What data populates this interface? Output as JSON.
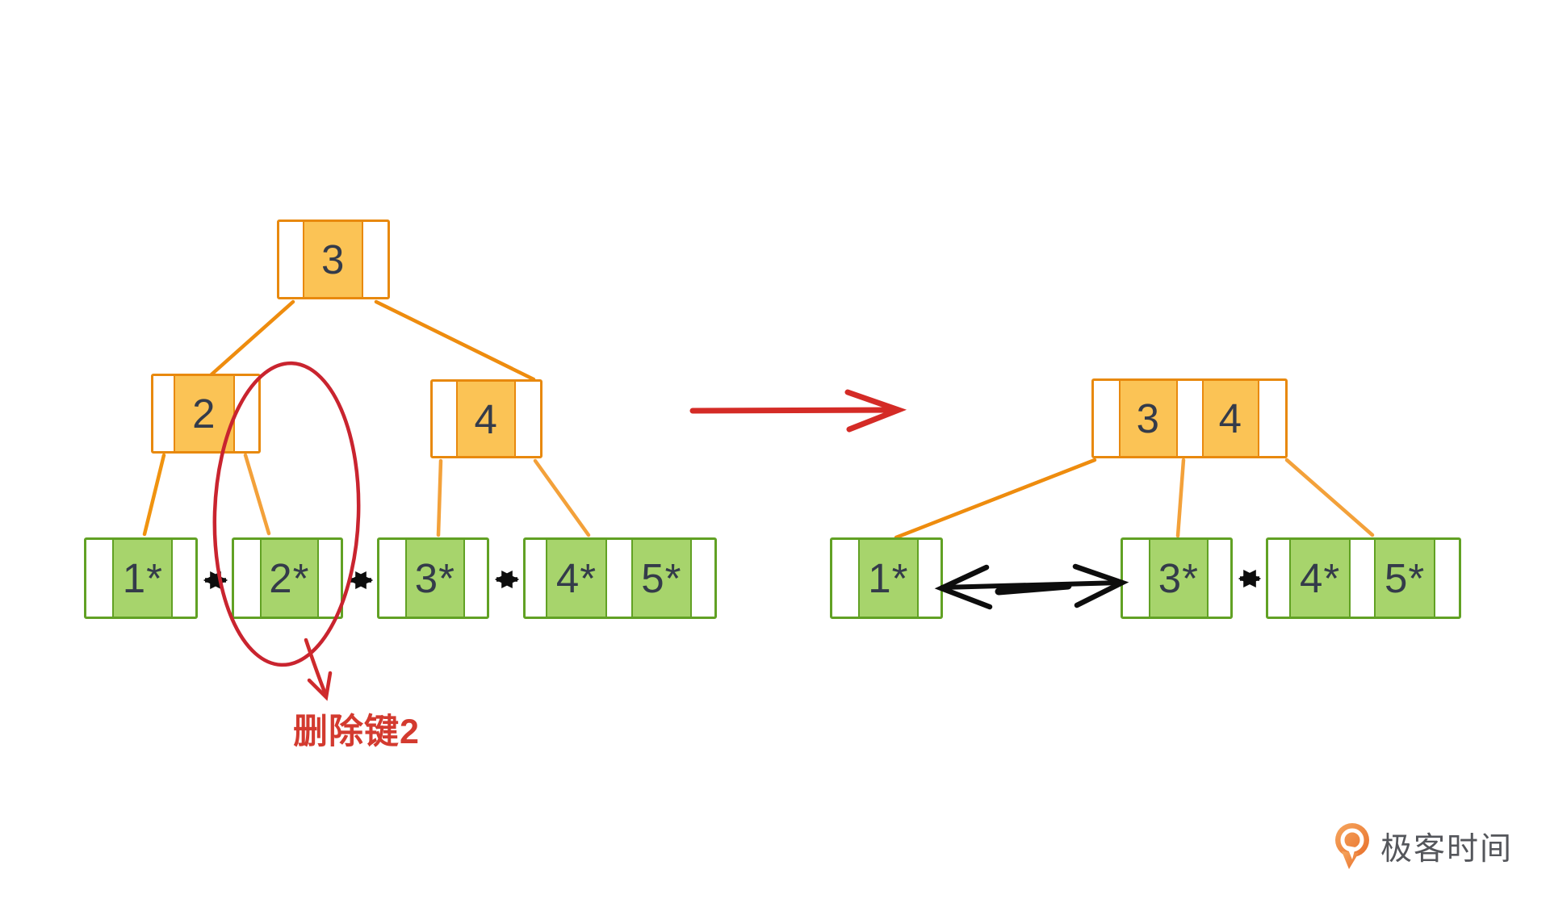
{
  "left_tree": {
    "root": {
      "key": "3"
    },
    "internal_nodes": [
      {
        "key": "2"
      },
      {
        "key": "4"
      }
    ],
    "leaf_nodes": [
      {
        "keys": [
          "1*"
        ]
      },
      {
        "keys": [
          "2*"
        ]
      },
      {
        "keys": [
          "3*"
        ]
      },
      {
        "keys": [
          "4*",
          "5*"
        ]
      }
    ]
  },
  "right_tree": {
    "root": {
      "keys": [
        "3",
        "4"
      ]
    },
    "leaf_nodes": [
      {
        "keys": [
          "1*"
        ]
      },
      {
        "keys": [
          "3*"
        ]
      },
      {
        "keys": [
          "4*",
          "5*"
        ]
      }
    ]
  },
  "annotation": {
    "delete_label": "删除键2"
  },
  "brand": {
    "name": "极客时间"
  },
  "colors": {
    "node_border_orange": "#E8890E",
    "node_fill_orange": "#FBC355",
    "leaf_border_green": "#61A124",
    "leaf_fill_green": "#A7D46C",
    "connector_orange_dark": "#EE8C0E",
    "connector_orange_light": "#F3A13A",
    "arrow_black": "#0D0D0D",
    "annotation_red": "#CE2A2C",
    "key_text_dark": "#343B4A",
    "brand_text_gray": "#54565B"
  }
}
